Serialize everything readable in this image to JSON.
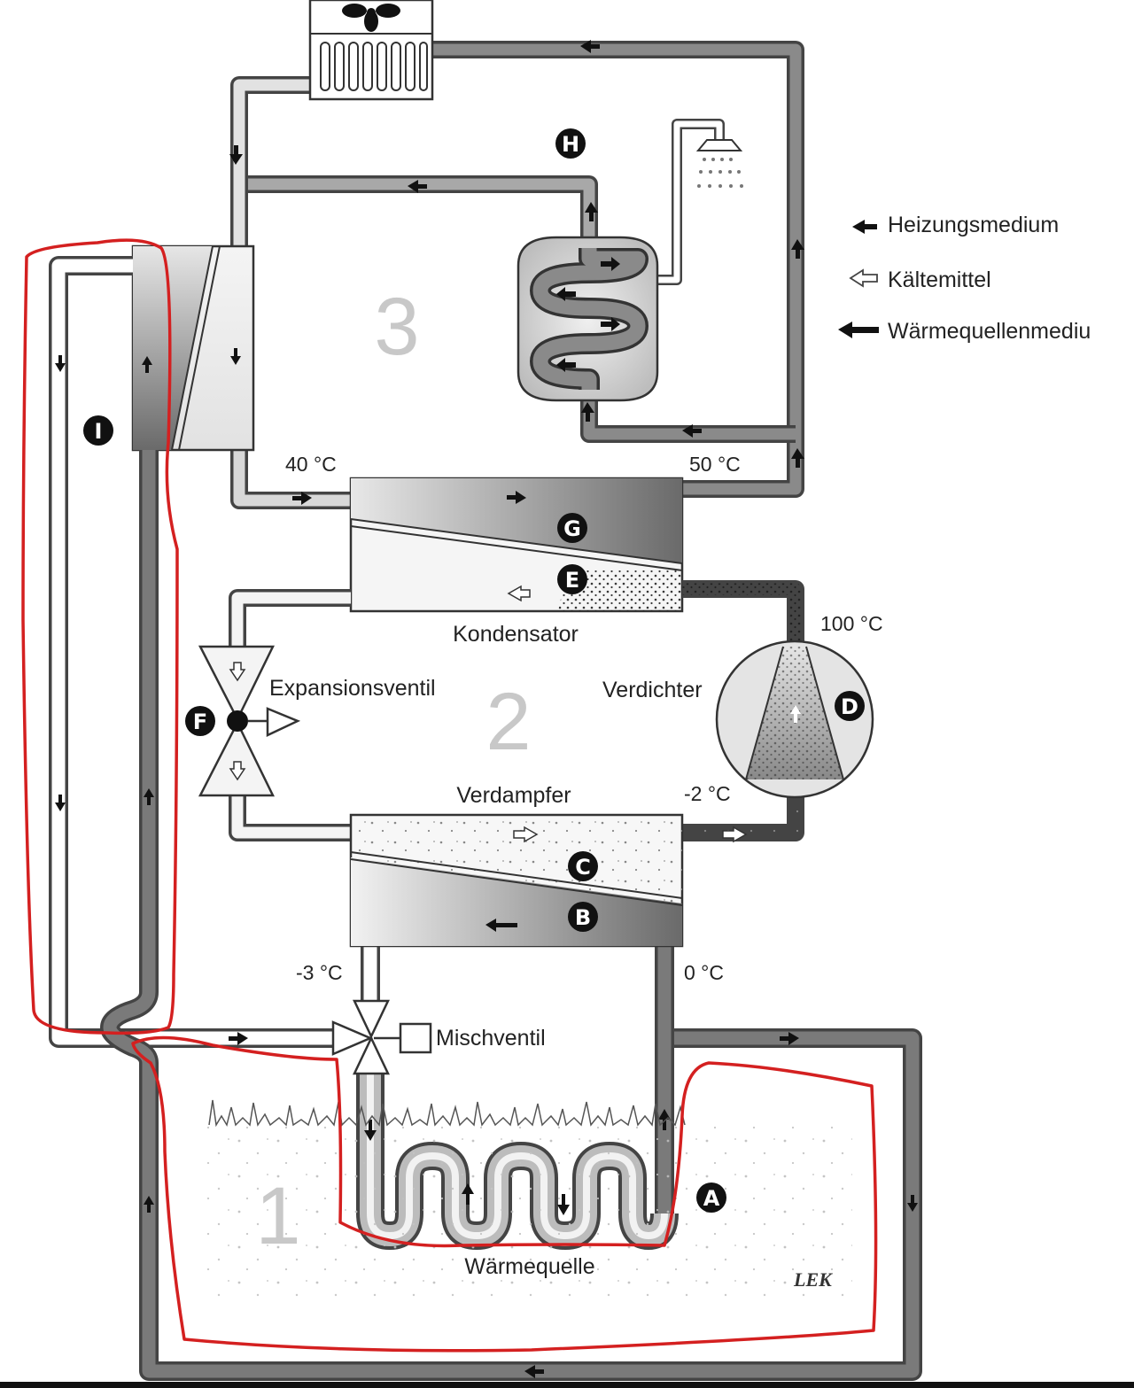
{
  "legend": {
    "heating_medium": "Heizungsmedium",
    "refrigerant": "Kältemittel",
    "heat_source_medium": "Wärmequellenmediu"
  },
  "components": {
    "condenser": "Kondensator",
    "expansion_valve": "Expansionsventil",
    "compressor": "Verdichter",
    "evaporator": "Verdampfer",
    "mixing_valve": "Mischventil",
    "heat_source": "Wärmequelle"
  },
  "temperatures": {
    "heating_return": "40 °C",
    "heating_flow": "50 °C",
    "compressor_out": "100 °C",
    "evaporator_out": "-2 °C",
    "source_out": "-3 °C",
    "source_in": "0 °C"
  },
  "badges": {
    "a": "A",
    "b": "B",
    "c": "C",
    "d": "D",
    "e": "E",
    "f": "F",
    "g": "G",
    "h": "H",
    "i": "I"
  },
  "zones": {
    "z1": "1",
    "z2": "2",
    "z3": "3"
  },
  "logo": "LEK",
  "colors": {
    "dark_pipe": "#6e6e6e",
    "light_pipe": "#cfcfcf",
    "pipe_outline": "#444444",
    "annotation": "#d42020"
  },
  "icons": [
    "fan-icon",
    "radiator-icon",
    "shower-icon",
    "flow-arrow-icon",
    "refrigerant-arrow-icon"
  ]
}
